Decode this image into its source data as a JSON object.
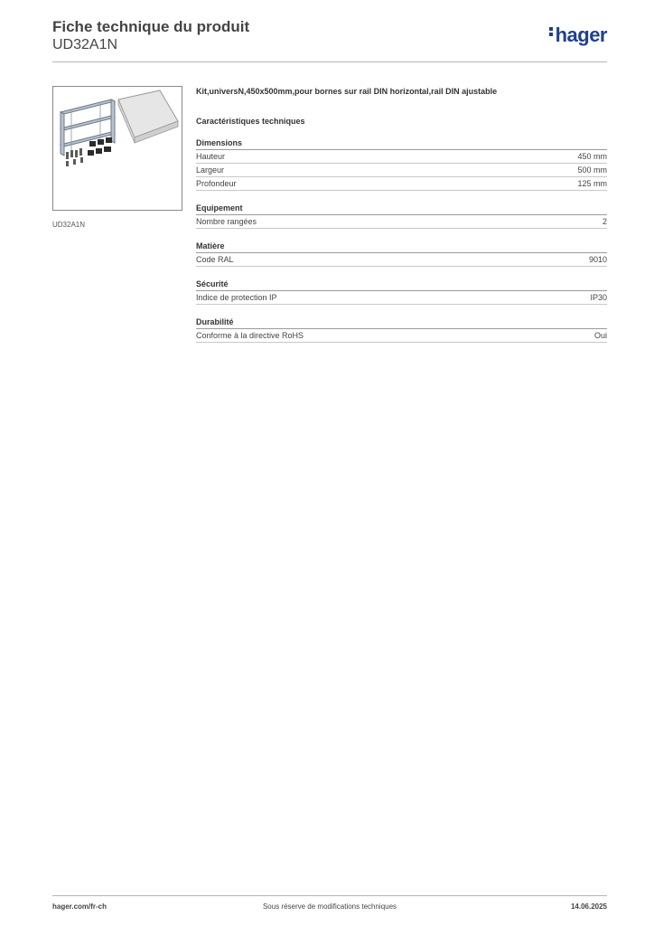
{
  "header": {
    "title": "Fiche technique du produit",
    "subtitle": "UD32A1N",
    "logo_text": "hager"
  },
  "product": {
    "image_caption": "UD32A1N",
    "description": "Kit,universN,450x500mm,pour bornes sur rail DIN horizontal,rail DIN ajustable"
  },
  "specs": {
    "title": "Caractéristiques techniques",
    "groups": [
      {
        "title": "Dimensions",
        "rows": [
          {
            "label": "Hauteur",
            "value": "450 mm"
          },
          {
            "label": "Largeur",
            "value": "500 mm"
          },
          {
            "label": "Profondeur",
            "value": "125 mm"
          }
        ]
      },
      {
        "title": "Equipement",
        "rows": [
          {
            "label": "Nombre rangées",
            "value": "2"
          }
        ]
      },
      {
        "title": "Matière",
        "rows": [
          {
            "label": "Code RAL",
            "value": "9010"
          }
        ]
      },
      {
        "title": "Sécurité",
        "rows": [
          {
            "label": "Indice de protection IP",
            "value": "IP30"
          }
        ]
      },
      {
        "title": "Durabilité",
        "rows": [
          {
            "label": "Conforme à la directive RoHS",
            "value": "Oui"
          }
        ]
      }
    ]
  },
  "footer": {
    "left": "hager.com/fr-ch",
    "center": "Sous réserve de modifications techniques",
    "right": "14.06.2025"
  },
  "colors": {
    "brand": "#1d3f8f"
  }
}
